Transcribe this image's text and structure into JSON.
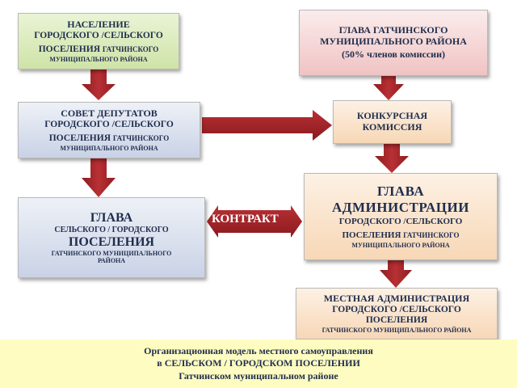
{
  "population_box": {
    "line1": "НАСЕЛЕНИЕ",
    "line2": "ГОРОДСКОГО /СЕЛЬСКОГО",
    "line3a": "ПОСЕЛЕНИЯ ",
    "line3b": "ГАТЧИНСКОГО",
    "line4": "МУНИЦИПАЛЬНОГО РАЙОНА"
  },
  "district_head_box": {
    "line1": "ГЛАВА ГАТЧИНСКОГО",
    "line2": "МУНИЦИПАЛЬНОГО РАЙОНА",
    "line3": "(50% членов комиссии)"
  },
  "council_box": {
    "line1": "СОВЕТ ДЕПУТАТОВ",
    "line2": "ГОРОДСКОГО /СЕЛЬСКОГО",
    "line3a": "ПОСЕЛЕНИЯ ",
    "line3b": "ГАТЧИНСКОГО",
    "line4": "МУНИЦИПАЛЬНОГО РАЙОНА"
  },
  "commission_box": {
    "line1": "КОНКУРСНАЯ",
    "line2": "КОМИССИЯ"
  },
  "settlement_head_box": {
    "line1": "ГЛАВА",
    "line2": "СЕЛЬСКОГО / ГОРОДСКОГО",
    "line3": "ПОСЕЛЕНИЯ",
    "line4": "ГАТЧИНСКОГО МУНИЦИПАЛЬНОГО",
    "line5": "РАЙОНА"
  },
  "contract_label": "КОНТРАКТ",
  "admin_head_box": {
    "line1": "ГЛАВА",
    "line2": "АДМИНИСТРАЦИИ",
    "line3": "ГОРОДСКОГО /СЕЛЬСКОГО",
    "line4a": "ПОСЕЛЕНИЯ ",
    "line4b": "ГАТЧИНСКОГО",
    "line5": "МУНИЦИПАЛЬНОГО РАЙОНА"
  },
  "local_admin_box": {
    "line1": "МЕСТНАЯ АДМИНИСТРАЦИЯ",
    "line2": "ГОРОДСКОГО /СЕЛЬСКОГО",
    "line3": "ПОСЕЛЕНИЯ",
    "line4": "ГАТЧИНСКОГО МУНИЦИПАЛЬНОГО РАЙОНА"
  },
  "caption": {
    "line1": "Организационная модель местного самоуправления",
    "line2": "в СЕЛЬСКОМ / ГОРОДСКОМ ПОСЕЛЕНИИ",
    "line3": "Гатчинском муниципальном районе"
  },
  "colors": {
    "arrow": "#a8282c",
    "arrow_dark": "#7d1518",
    "text": "#1f2d4d",
    "caption_bg": "#fefcc0"
  }
}
